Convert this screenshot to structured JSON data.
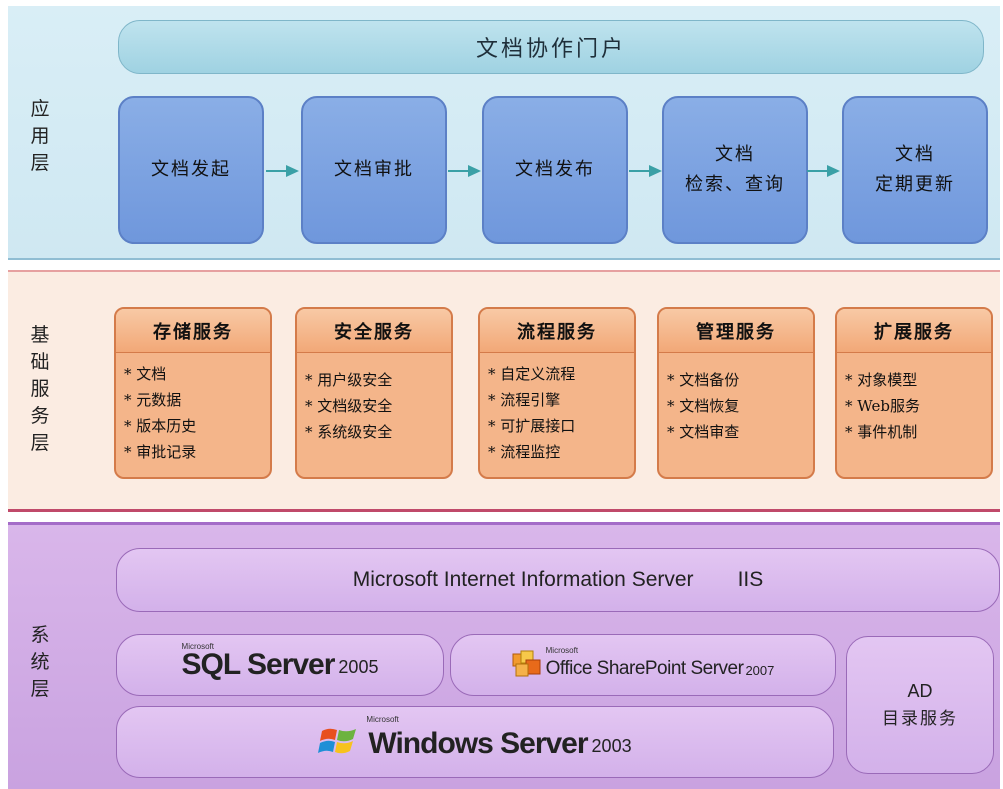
{
  "layers": {
    "app": "应\n用\n层",
    "svc": "基\n础\n服\n务\n层",
    "sys": "系\n统\n层"
  },
  "portal": "文档协作门户",
  "steps": [
    {
      "line1": "文档发起",
      "line2": ""
    },
    {
      "line1": "文档审批",
      "line2": ""
    },
    {
      "line1": "文档发布",
      "line2": ""
    },
    {
      "line1": "文档",
      "line2": "检索、查询"
    },
    {
      "line1": "文档",
      "line2": "定期更新"
    }
  ],
  "services": [
    {
      "title": "存储服务",
      "items": [
        "文档",
        "元数据",
        "版本历史",
        "审批记录"
      ]
    },
    {
      "title": "安全服务",
      "items": [
        "用户级安全",
        "文档级安全",
        "系统级安全"
      ]
    },
    {
      "title": "流程服务",
      "items": [
        "自定义流程",
        "流程引擎",
        "可扩展接口",
        "流程监控"
      ]
    },
    {
      "title": "管理服务",
      "items": [
        "文档备份",
        "文档恢复",
        "文档审查"
      ]
    },
    {
      "title": "扩展服务",
      "items": [
        "对象模型",
        "Web服务",
        "事件机制"
      ]
    }
  ],
  "system": {
    "iis_name": "Microsoft Internet Information Server",
    "iis_abbr": "IIS",
    "sql": {
      "ms": "Microsoft",
      "name": "SQL Server",
      "version": "2005"
    },
    "sharepoint": {
      "ms": "Microsoft",
      "name": "Office SharePoint Server",
      "version": "2007"
    },
    "windows": {
      "ms": "Microsoft",
      "name": "Windows Server",
      "version": "2003"
    },
    "ad_title": "AD",
    "ad_sub": "目录服务"
  },
  "colors": {
    "app_bg": "#d9eef6",
    "step_fill": "#7aa2e0",
    "arrow": "#3aa0a6",
    "service_fill": "#f4b58a",
    "system_bg": "#d1aae6"
  }
}
